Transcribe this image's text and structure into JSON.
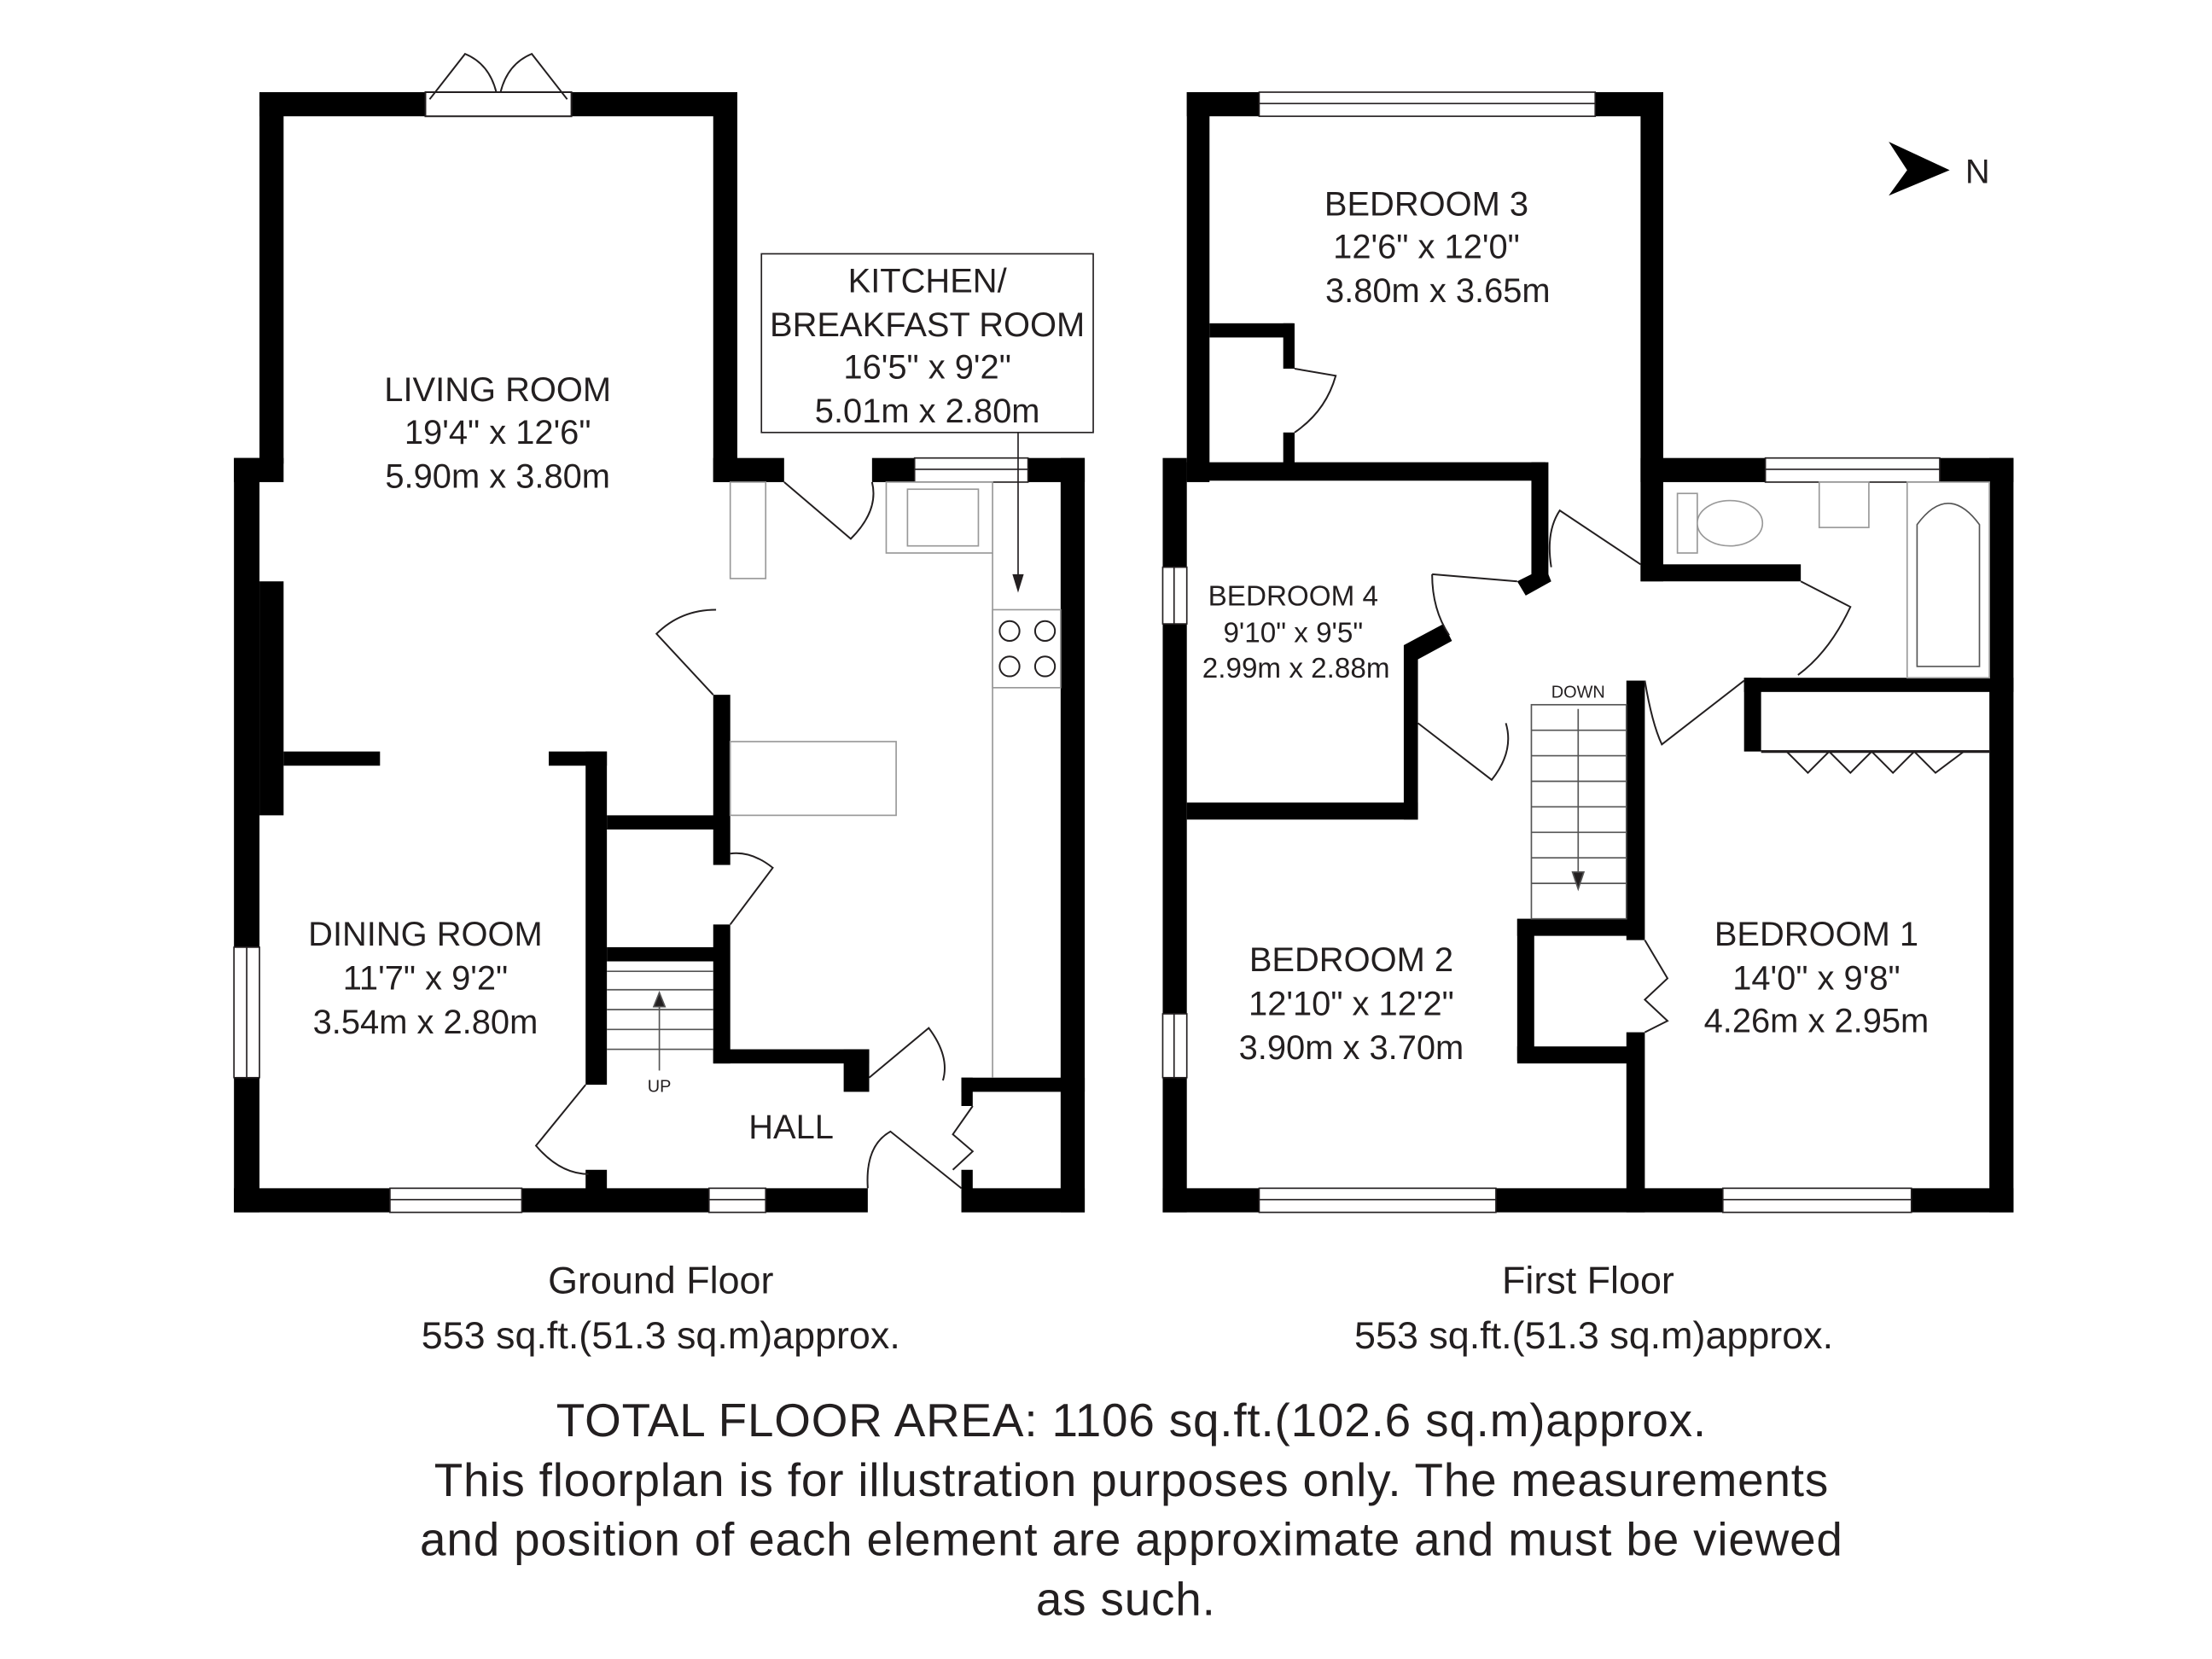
{
  "compass": {
    "label": "N"
  },
  "ground_floor": {
    "rooms": {
      "living_room": {
        "name": "LIVING ROOM",
        "imperial": "19'4\" x 12'6\"",
        "metric": "5.90m x 3.80m"
      },
      "kitchen": {
        "name_line1": "KITCHEN/",
        "name_line2": "BREAKFAST ROOM",
        "imperial": "16'5\" x 9'2\"",
        "metric": "5.01m x 2.80m"
      },
      "dining_room": {
        "name": "DINING ROOM",
        "imperial": "11'7\" x 9'2\"",
        "metric": "3.54m x 2.80m"
      },
      "hall": {
        "name": "HALL"
      }
    },
    "stairs_label": "UP",
    "caption": "Ground Floor",
    "area": "553 sq.ft.(51.3 sq.m)approx."
  },
  "first_floor": {
    "rooms": {
      "bedroom3": {
        "name": "BEDROOM 3",
        "imperial": "12'6\" x 12'0\"",
        "metric": "3.80m x 3.65m"
      },
      "bedroom4": {
        "name": "BEDROOM 4",
        "imperial": "9'10\" x 9'5\"",
        "metric": "2.99m x 2.88m"
      },
      "bedroom2": {
        "name": "BEDROOM 2",
        "imperial": "12'10\" x 12'2\"",
        "metric": "3.90m x 3.70m"
      },
      "bedroom1": {
        "name": "BEDROOM 1",
        "imperial": "14'0\" x 9'8\"",
        "metric": "4.26m x 2.95m"
      }
    },
    "stairs_label": "DOWN",
    "caption": "First Floor",
    "area": "553 sq.ft.(51.3 sq.m)approx."
  },
  "footer": {
    "total": "TOTAL FLOOR AREA: 1106 sq.ft.(102.6 sq.m)approx.",
    "disclaimer_line1": "This floorplan is for illustration purposes only. The measurements",
    "disclaimer_line2": "and position of each element are approximate and must be viewed",
    "disclaimer_line3": "as such."
  }
}
